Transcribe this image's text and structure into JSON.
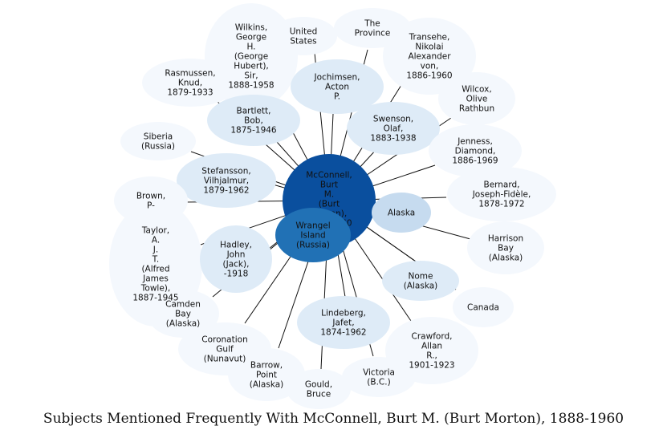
{
  "caption": "Subjects Mentioned Frequently With McConnell, Burt M. (Burt Morton), 1888-1960",
  "colors": {
    "center": "#0a4f9e",
    "secondary": "#2171b5",
    "alaska": "#c6dbef",
    "light": "#deebf7",
    "pale": "#f4f8fd",
    "edge": "#111111",
    "center_text": "#111111"
  },
  "center": {
    "label": [
      "McConnell,",
      "Burt",
      "M.",
      "(Burt",
      "Morton),",
      "1888-1960"
    ]
  },
  "nodes": [
    {
      "id": "wrangel",
      "label": [
        "Wrangel",
        "Island",
        "(Russia)"
      ],
      "tone": "secondary"
    },
    {
      "id": "alaska",
      "label": [
        "Alaska"
      ],
      "tone": "alaska"
    },
    {
      "id": "the-province",
      "label": [
        "The",
        "Province"
      ],
      "tone": "pale"
    },
    {
      "id": "united-states",
      "label": [
        "United",
        "States"
      ],
      "tone": "pale"
    },
    {
      "id": "wilkins",
      "label": [
        "Wilkins,",
        "George",
        "H.",
        "(George",
        "Hubert),",
        "Sir,",
        "1888-1958"
      ],
      "tone": "pale"
    },
    {
      "id": "transehe",
      "label": [
        "Transehe,",
        "Nikolai",
        "Alexander",
        "von,",
        "1886-1960"
      ],
      "tone": "pale"
    },
    {
      "id": "rasmussen",
      "label": [
        "Rasmussen,",
        "Knud,",
        "1879-1933"
      ],
      "tone": "pale"
    },
    {
      "id": "jochimsen",
      "label": [
        "Jochimsen,",
        "Acton",
        "P."
      ],
      "tone": "light"
    },
    {
      "id": "wilcox",
      "label": [
        "Wilcox,",
        "Olive",
        "Rathbun"
      ],
      "tone": "pale"
    },
    {
      "id": "bartlett",
      "label": [
        "Bartlett,",
        "Bob,",
        "1875-1946"
      ],
      "tone": "light"
    },
    {
      "id": "swenson",
      "label": [
        "Swenson,",
        "Olaf,",
        "1883-1938"
      ],
      "tone": "light"
    },
    {
      "id": "siberia",
      "label": [
        "Siberia",
        "(Russia)"
      ],
      "tone": "pale"
    },
    {
      "id": "jenness",
      "label": [
        "Jenness,",
        "Diamond,",
        "1886-1969"
      ],
      "tone": "pale"
    },
    {
      "id": "stefansson",
      "label": [
        "Stefansson,",
        "Vilhjalmur,",
        "1879-1962"
      ],
      "tone": "light"
    },
    {
      "id": "bernard",
      "label": [
        "Bernard,",
        "Joseph-Fidèle,",
        "1878-1972"
      ],
      "tone": "pale"
    },
    {
      "id": "brown",
      "label": [
        "Brown,",
        "P-"
      ],
      "tone": "pale"
    },
    {
      "id": "harrison-bay",
      "label": [
        "Harrison",
        "Bay",
        "(Alaska)"
      ],
      "tone": "pale"
    },
    {
      "id": "taylor",
      "label": [
        "Taylor,",
        "A.",
        "J.",
        "T.",
        "(Alfred",
        "James",
        "Towle),",
        "1887-1945"
      ],
      "tone": "pale"
    },
    {
      "id": "hadley",
      "label": [
        "Hadley,",
        "John",
        "(Jack),",
        "-1918"
      ],
      "tone": "light"
    },
    {
      "id": "nome",
      "label": [
        "Nome",
        "(Alaska)"
      ],
      "tone": "light"
    },
    {
      "id": "canada",
      "label": [
        "Canada"
      ],
      "tone": "pale"
    },
    {
      "id": "camden-bay",
      "label": [
        "Camden",
        "Bay",
        "(Alaska)"
      ],
      "tone": "pale"
    },
    {
      "id": "lindeberg",
      "label": [
        "Lindeberg,",
        "Jafet,",
        "1874-1962"
      ],
      "tone": "light"
    },
    {
      "id": "crawford",
      "label": [
        "Crawford,",
        "Allan",
        "R.,",
        "1901-1923"
      ],
      "tone": "pale"
    },
    {
      "id": "coronation-gulf",
      "label": [
        "Coronation",
        "Gulf",
        "(Nunavut)"
      ],
      "tone": "pale"
    },
    {
      "id": "barrow-point",
      "label": [
        "Barrow,",
        "Point",
        "(Alaska)"
      ],
      "tone": "pale"
    },
    {
      "id": "victoria",
      "label": [
        "Victoria",
        "(B.C.)"
      ],
      "tone": "pale"
    },
    {
      "id": "gould",
      "label": [
        "Gould,",
        "Bruce"
      ],
      "tone": "pale"
    }
  ]
}
